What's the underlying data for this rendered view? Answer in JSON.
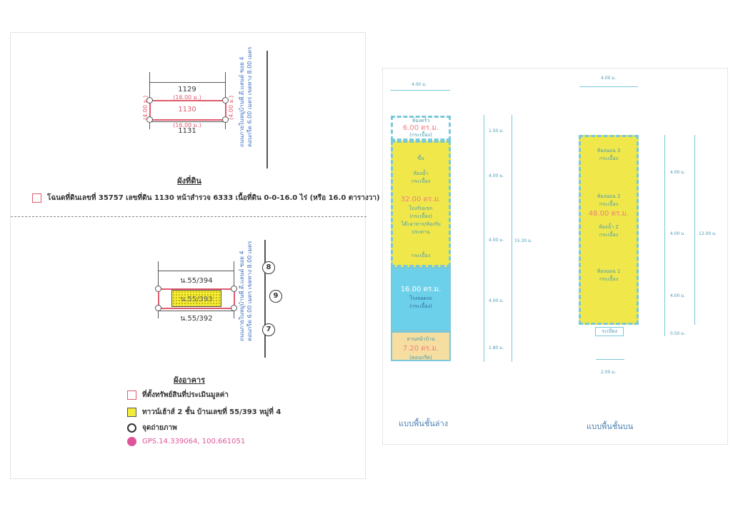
{
  "land_plan": {
    "lots": {
      "top": "1129",
      "subject": "1130",
      "bottom": "1131"
    },
    "width_top": "(16.00 ม.)",
    "width_bottom": "(16.00 ม.)",
    "depth_left": "(4.00 ม.)",
    "depth_right": "(4.00 ม.)",
    "road_line1": "ถนนภายในหมู่บ้านพี.ดี.แลนด์ ซอย 4",
    "road_line2": "คอนกรีต 6.00 เมตร เขตทาง 8.00 เมตร",
    "title": "ผังที่ดิน",
    "legend": "โฉนดที่ดินเลขที่ 35757 เลขที่ดิน 1130 หน้าสำรวจ 6333 เนื้อที่ดิน 0-0-16.0 ไร่ (หรือ 16.0 ตารางวา)"
  },
  "building_plan": {
    "lots": {
      "top": "น.55/394",
      "subject": "น.55/393",
      "bottom": "น.55/392"
    },
    "road_line1": "ถนนภายในหมู่บ้านพี.ดี.แลนด์ ซอย 4",
    "road_line2": "คอนกรีต 6.00 เมตร เขตทาง 8.00 เมตร",
    "cameras": [
      "8",
      "9",
      "7"
    ],
    "title": "ผังอาคาร",
    "legend": [
      {
        "icon": "pink-box",
        "label": "ที่ตั้งทรัพย์สินที่ประเมินมูลค่า"
      },
      {
        "icon": "yellow-hatch",
        "label": "ทาวน์เฮ้าส์ 2 ชั้น บ้านเลขที่ 55/393 หมู่ที่ 4"
      },
      {
        "icon": "camera-point",
        "label": "จุดถ่ายภาพ"
      },
      {
        "icon": "gps-dot",
        "label": "GPS.14.339064, 100.661051"
      }
    ],
    "gps_color": "#e0559a"
  },
  "ground_floor": {
    "width": "4.00 ม.",
    "kitchen": {
      "name": "ห้องครัว",
      "area": "6.00 ตร.ม.",
      "floor": "(กระเบื้อง)"
    },
    "up": "ขึ้น",
    "bath": {
      "name": "ห้องน้ำ",
      "floor": "กระเบื้อง"
    },
    "living": {
      "area": "32.00 ตร.ม.",
      "name": "โถงรับแขก",
      "floor": "(กระเบื้อง)",
      "note": "โต๊ะอาหาร/ห้องรับประทาน",
      "floor2": "กระเบื้อง"
    },
    "garage": {
      "area": "16.00 ตร.ม.",
      "name": "โรงจอดรถ",
      "floor": "(กระเบื้อง)"
    },
    "front": {
      "name": "ลานหน้าบ้าน",
      "area": "7.20 ตร.ม.",
      "floor": "(คอนกรีต)"
    },
    "dims": [
      "1.50 ม.",
      "4.00 ม.",
      "4.00 ม.",
      "4.00 ม.",
      "1.80 ม."
    ],
    "total": "15.30 ม.",
    "title": "แบบพื้นชั้นล่าง"
  },
  "upper_floor": {
    "width": "4.00 ม.",
    "bed3": {
      "name": "ห้องนอน 3",
      "floor": "กระเบื้อง"
    },
    "bed2": {
      "name": "ห้องนอน 2",
      "floor": "กระเบื้อง"
    },
    "area": "48.00 ตร.ม.",
    "bath2": {
      "name": "ห้องน้ำ 2",
      "floor": "กระเบื้อง"
    },
    "bed1": {
      "name": "ห้องนอน 1",
      "floor": "กระเบื้อง"
    },
    "balcony": "ระเบียง",
    "balcony_width": "2.00 ม.",
    "dims": [
      "4.00 ม.",
      "4.00 ม.",
      "4.00 ม.",
      "0.50 ม."
    ],
    "total": "12.00 ม.",
    "title": "แบบพื้นชั้นบน"
  }
}
